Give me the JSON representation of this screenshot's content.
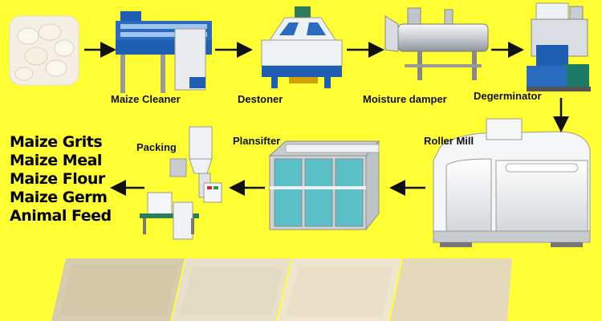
{
  "stages": [
    {
      "label": "Maize Cleaner"
    },
    {
      "label": "Destoner"
    },
    {
      "label": "Moisture damper"
    },
    {
      "label": "Degerminator"
    },
    {
      "label": "Roller Mill"
    },
    {
      "label": "Plansifter"
    },
    {
      "label": "Packing"
    }
  ],
  "products": [
    "Maize Grits",
    "Maize Meal",
    "Maize Flour",
    "Maize Germ",
    "Animal Feed"
  ],
  "colors": {
    "background": "#ffff33",
    "machine_white": "#eef2f5",
    "machine_blue": "#1e5fb4",
    "machine_teal": "#5bc0c8",
    "machine_grey": "#c7ccd1"
  }
}
